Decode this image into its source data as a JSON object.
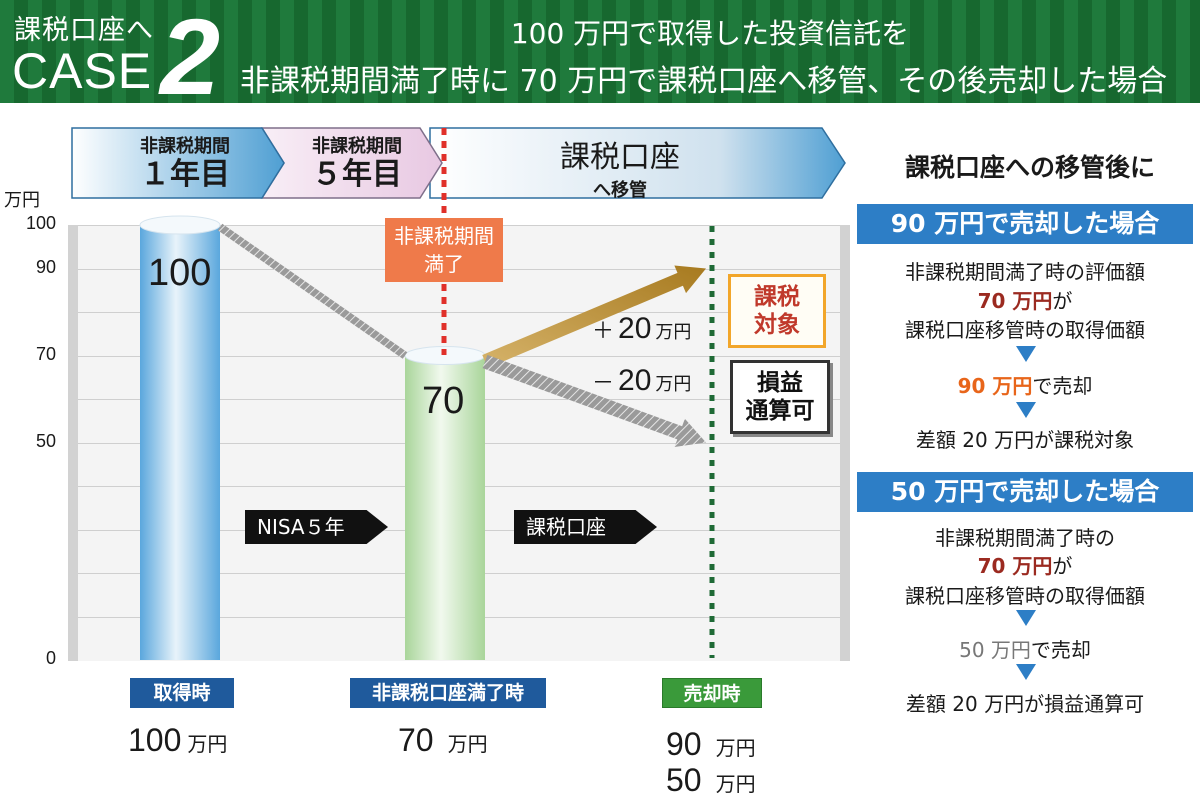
{
  "header": {
    "subtitle": "課税口座へ",
    "case_label": "CASE",
    "case_number": "2",
    "line1": "100 万円で取得した投資信託を",
    "line2": "非課税期間満了時に 70 万円で課税口座へ移管、その後売却した場合"
  },
  "phases": [
    {
      "line1": "非課税期間",
      "line2": "１年目"
    },
    {
      "line1": "非課税期間",
      "line2": "５年目"
    },
    {
      "line1": "課税口座",
      "line2": "へ移管"
    }
  ],
  "expiry_label": {
    "line1": "非課税期間",
    "line2": "満了"
  },
  "chart_data": {
    "type": "bar",
    "ylabel": "万円",
    "yticks": [
      0,
      50,
      70,
      90,
      100
    ],
    "ylim": [
      0,
      100
    ],
    "categories": [
      "取得時",
      "非課税口座満了時",
      "売却時"
    ],
    "values": [
      100,
      70,
      null
    ],
    "bar_labels": [
      "100",
      "70"
    ],
    "sale_outcomes": [
      90,
      50
    ],
    "annotations": [
      {
        "text_sign": "＋",
        "value": "20",
        "unit": "万円"
      },
      {
        "text_sign": "－",
        "value": "20",
        "unit": "万円"
      }
    ]
  },
  "arrows": {
    "nisa": "NISA５年",
    "taxable": "課税口座"
  },
  "tags": {
    "taxable": {
      "line1": "課税",
      "line2": "対象"
    },
    "offset": {
      "line1": "損益",
      "line2": "通算可"
    }
  },
  "bottom_amounts": {
    "acquire": {
      "n": "100",
      "u": "万円"
    },
    "expiry": {
      "n": "70",
      "u": "万円"
    },
    "sale_high": {
      "n": "90",
      "u": "万円"
    },
    "sale_low": {
      "n": "50",
      "u": "万円"
    }
  },
  "right": {
    "title": "課税口座への移管後に",
    "case90": {
      "head": "90 万円で売却した場合",
      "l1": "非課税期間満了時の評価額",
      "l2": "70 万円",
      "l2b": "が",
      "l3": "課税口座移管時の取得価額",
      "l4a": "90 万円",
      "l4b": "で売却",
      "l5": "差額 20 万円が課税対象"
    },
    "case50": {
      "head": "50 万円で売却した場合",
      "l1": "非課税期間満了時の",
      "l2": "70 万円",
      "l2b": "が",
      "l3": "課税口座移管時の取得価額",
      "l4a": "50 万円",
      "l4b": "で売却",
      "l5": "差額 20 万円が損益通算可"
    }
  },
  "colors": {
    "header_green": "#1f7a3c",
    "bar_blue": "#5aa7dd",
    "bar_green": "#a9d59a",
    "label_navy": "#1f5a9c",
    "label_green": "#3a9a3a",
    "gain_arrow": "#b8892a",
    "loss_arrow": "#8a8a8a",
    "expiry_red": "#e0302a",
    "sale_dotted": "#1f6a36",
    "expiry_box": "#ef7a4a",
    "right_head": "#2d7ec6"
  }
}
